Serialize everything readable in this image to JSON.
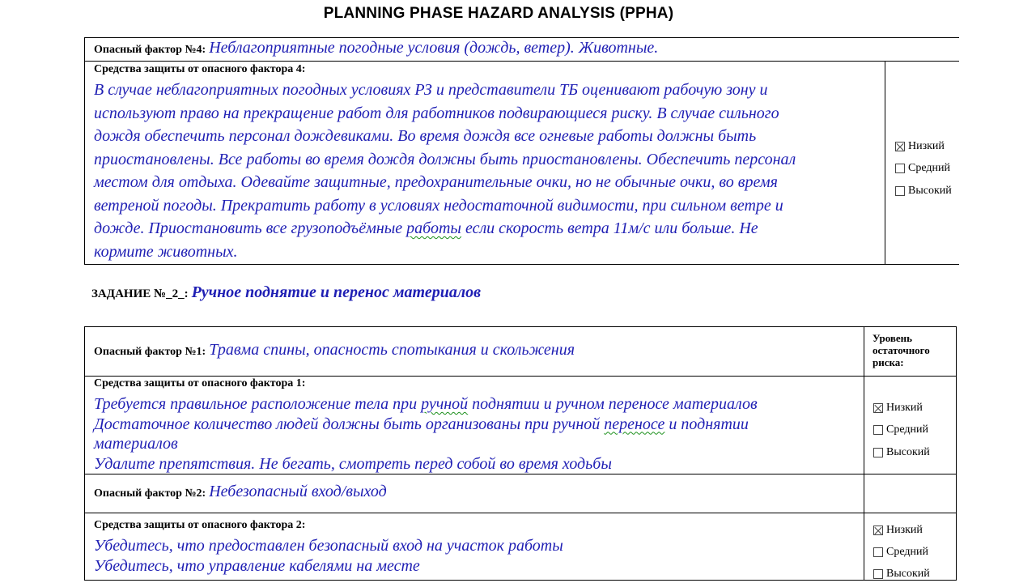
{
  "title": "PLANNING PHASE HAZARD ANALYSIS (PPHA)",
  "hazard4": {
    "label": "Опасный фактор №4:",
    "value": "Неблагоприятные погодные условия (дождь, ветер). Животные."
  },
  "control4": {
    "label": "Средства защиты от опасного фактора 4:",
    "lines": [
      "В случае неблагоприятных погодных условиях РЗ и представители ТБ оценивают рабочую зону и",
      "используют право на прекращение работ для работников подвирающиеся риску. В случае сильного",
      "дождя обеспечить персонал дождевиками.  Во время дождя все огневые работы должны быть",
      "приостановлены. Все работы во время дождя должны быть приостановлены. Обеспечить персонал",
      "местом для отдыха. Одевайте защитные, предохранительные очки, но не обычные очки, во время",
      "ветреной погоды. Прекратить работу в условиях недостаточной видимости, при сильном ветре и",
      "дожде.  Приостановить все грузоподъёмные ",
      "работы",
      " если скорость ветра 11м/с или больше. Не",
      "кормите животных."
    ],
    "risk": {
      "low": "Низкий",
      "medium": "Средний",
      "high": "Высокий",
      "selected": "low"
    }
  },
  "task2": {
    "label": "ЗАДАНИЕ №_2_:",
    "value": "Ручное поднятие и перенос материалов"
  },
  "residual_risk_header": "Уровень остаточного риска:",
  "hazard1": {
    "label": "Опасный фактор №1:",
    "value": "Травма спины, опасность спотыкания и скольжения"
  },
  "control1": {
    "label": "Средства защиты от опасного фактора 1:",
    "line1a": "Требуется правильное расположение тела при ",
    "line1b": "ручной",
    "line1c": " поднятии и ручном переносе материалов",
    "line2a": "Достаточное количество людей должны быть организованы при ручной ",
    "line2b": "переносе",
    "line2c": " и поднятии",
    "line3": "материалов",
    "line4": "Удалите препятствия. Не бегать, смотреть перед собой во время ходьбы",
    "risk": {
      "low": "Низкий",
      "medium": "Средний",
      "high": "Высокий",
      "selected": "low"
    }
  },
  "hazard2": {
    "label": "Опасный фактор №2:",
    "value": "Небезопасный вход/выход"
  },
  "control2": {
    "label": "Средства защиты от опасного фактора 2:",
    "line1": "Убедитесь, что  предоставлен безопасный вход на участок работы",
    "line2": "Убедитесь, что управление кабелями на месте",
    "risk": {
      "low": "Низкий",
      "medium": "Средний",
      "high": "Высокий",
      "selected": "low"
    }
  }
}
